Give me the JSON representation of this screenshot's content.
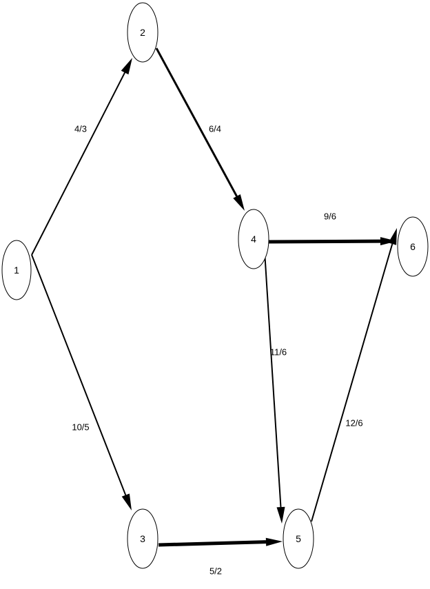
{
  "diagram": {
    "nodes": [
      {
        "id": "1",
        "label": "1"
      },
      {
        "id": "2",
        "label": "2"
      },
      {
        "id": "3",
        "label": "3"
      },
      {
        "id": "4",
        "label": "4"
      },
      {
        "id": "5",
        "label": "5"
      },
      {
        "id": "6",
        "label": "6"
      }
    ],
    "edges": [
      {
        "from": "1",
        "to": "2",
        "label": "4/3",
        "bold": false
      },
      {
        "from": "1",
        "to": "3",
        "label": "10/5",
        "bold": false
      },
      {
        "from": "2",
        "to": "4",
        "label": "6/4",
        "bold": false
      },
      {
        "from": "3",
        "to": "5",
        "label": "5/2",
        "bold": true
      },
      {
        "from": "4",
        "to": "6",
        "label": "9/6",
        "bold": true
      },
      {
        "from": "4",
        "to": "5",
        "label": "11/6",
        "bold": false
      },
      {
        "from": "5",
        "to": "6",
        "label": "12/6",
        "bold": false
      }
    ]
  },
  "colors": {
    "stroke": "#000000",
    "background": "#ffffff"
  }
}
